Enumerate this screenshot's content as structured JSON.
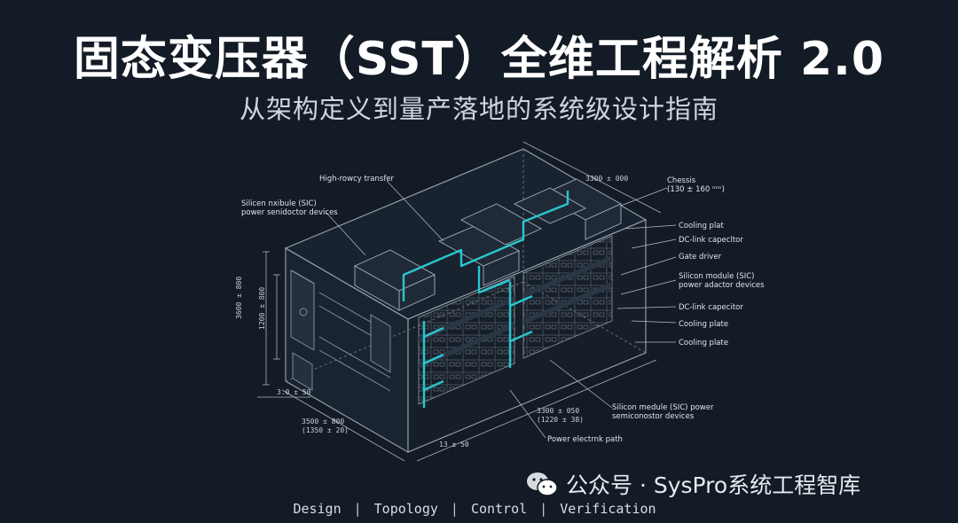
{
  "title": "固态变压器（SST）全维工程解析 2.0",
  "subtitle": "从架构定义到量产落地的系统级设计指南",
  "diagram_labels": {
    "high_rowcy_transfer": "High-rowcy transfer",
    "silicon_nxibule": "Silicen nxibule (SIC)",
    "silicon_nxibule_2": "power senidoctor devices",
    "top_dim": "3300 ± 000",
    "chassis": "Chessis",
    "chassis_dim": "(130 ± 160 ᵐᵐ)",
    "cooling_plat": "Cooling plat",
    "dc_link_1": "DC-link capecltor",
    "gate_driver": "Gate driver",
    "silicon_module_1": "Silicon module (SIC)",
    "silicon_module_1b": "power adactor devices",
    "dc_link_2": "DC-link capecitor",
    "cooling_plate_1": "Cooling plate",
    "cooling_plate_2": "Cooling plate",
    "silicon_medule": "Silicon medule (SIC) power",
    "silicon_medule_b": "semiconostor devices",
    "power_path": "Power electrnk path",
    "dim_left_outer": "3600 ± 800",
    "dim_left_inner": "1200 ± 800",
    "dim_bottom_small": "3.0 ± 50",
    "dim_bottom_1": "3500 ± 800",
    "dim_bottom_1b": "(1350 ± 20)",
    "dim_bottom_2": "3300 ± 050",
    "dim_bottom_2b": "(1220 ± 38)",
    "dim_bottom_3": "13 ± 50"
  },
  "watermark": {
    "icon": "wechat-icon",
    "text": "公众号 · SysPro系统工程智库"
  },
  "footer": {
    "items": [
      "Design",
      "Topology",
      "Control",
      "Verification"
    ],
    "separator": "|"
  },
  "colors": {
    "background": "#131b26",
    "line": "#8a97a6",
    "accent": "#29c6cf"
  }
}
